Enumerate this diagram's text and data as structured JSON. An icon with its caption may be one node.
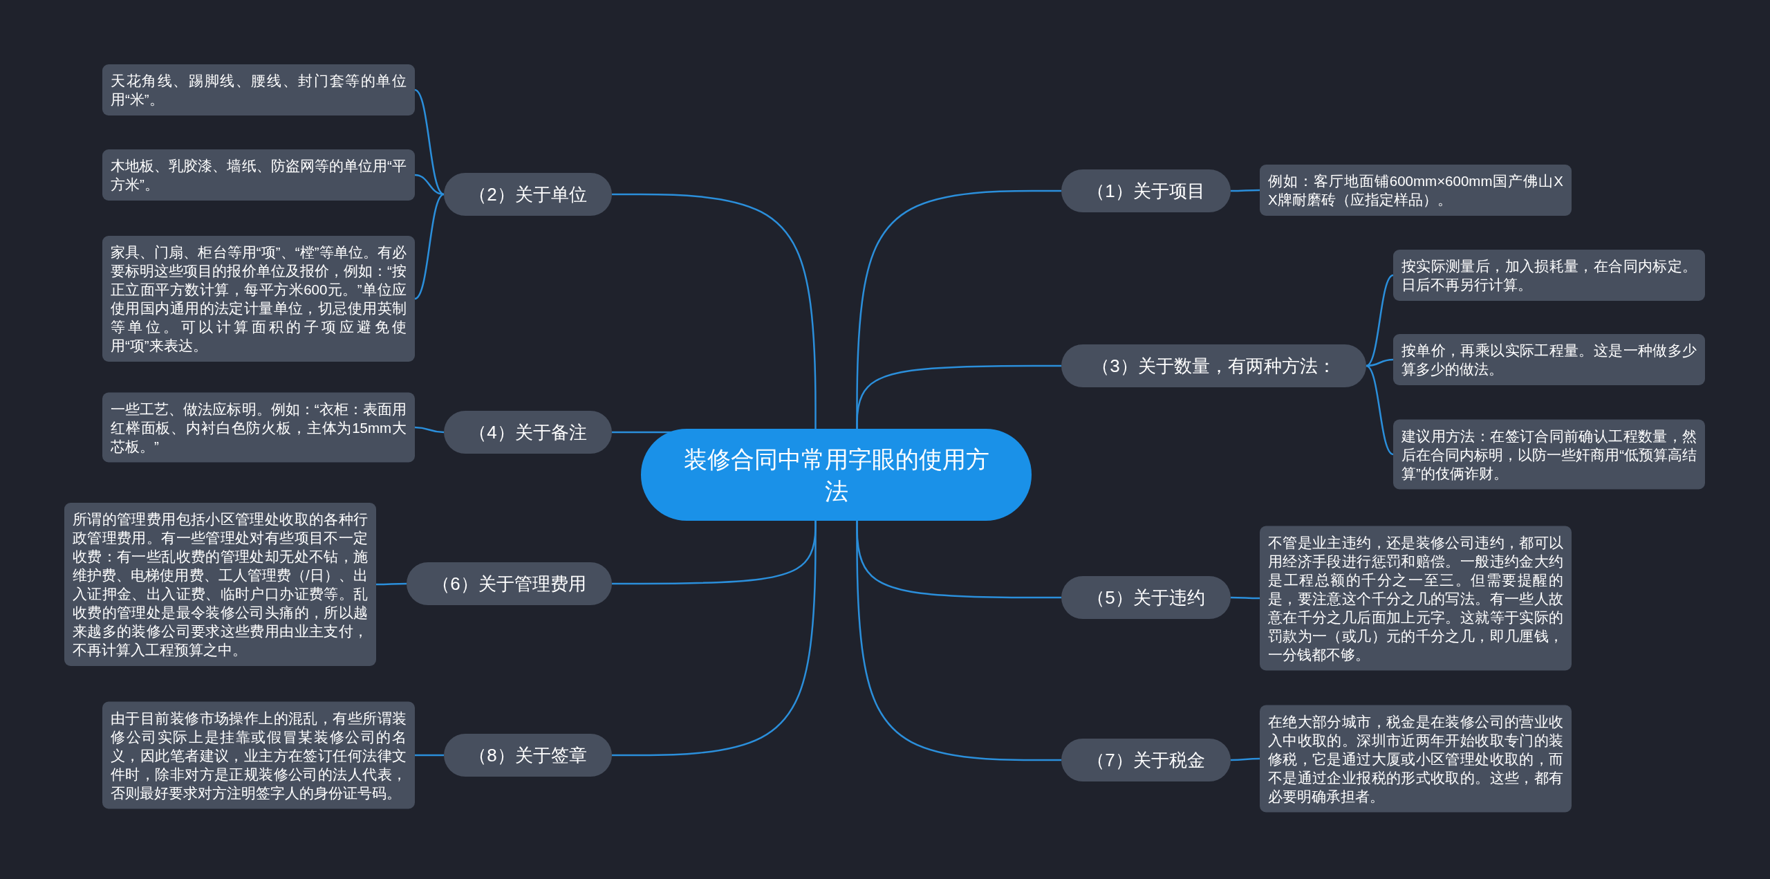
{
  "diagram": {
    "nodes": [
      {
        "text": [
          "装修合同中常用字眼的使用方法"
        ]
      },
      {
        "text": [
          "（1）关于项目"
        ]
      },
      {
        "text": [
          "例如：客厅地面铺600mm×600mm国产佛山XX牌耐磨砖（应指定样品）。"
        ]
      },
      {
        "text": [
          "（2）关于单位"
        ]
      },
      {
        "text": [
          "天花角线、踢脚线、腰线、封门套等的单位用“米”。"
        ]
      },
      {
        "text": [
          "木地板、乳胶漆、墙纸、防盗网等的单位用“平方米”。"
        ]
      },
      {
        "text": [
          "家具、门扇、柜台等用“项”、“樘”等单位。有必要标明这些项目的报价单位及报价，例如：“按正立面平方数计算，每平方米600元。”单位应使用国内通用的法定计量单位，切忌使用英制等单位。可以计算面积的子项应避免使用“项”来表达。"
        ]
      },
      {
        "text": [
          "（3）关于数量，有两种方法："
        ]
      },
      {
        "text": [
          "按实际测量后，加入损耗量，在合同内标定。日后不再另行计算。"
        ]
      },
      {
        "text": [
          "按单价，再乘以实际工程量。这是一种做多少算多少的做法。"
        ]
      },
      {
        "text": [
          "建议用方法：在签订合同前确认工程数量，然后在合同内标明，以防一些奸商用“低预算高结算”的伎俩诈财。"
        ]
      },
      {
        "text": [
          "（4）关于备注"
        ]
      },
      {
        "text": [
          "一些工艺、做法应标明。例如：“衣柜：表面用红榉面板、内衬白色防火板，主体为15mm大芯板。”"
        ]
      },
      {
        "text": [
          "（5）关于违约"
        ]
      },
      {
        "text": [
          "不管是业主违约，还是装修公司违约，都可以用经济手段进行惩罚和赔偿。一般违约金大约是工程总额的千分之一至三。但需要提醒的是，要注意这个千分之几的写法。有一些人故意在千分之几后面加上元字。这就等于实际的罚款为一（或几）元的千分之几，即几厘钱，一分钱都不够。"
        ]
      },
      {
        "text": [
          "（6）关于管理费用"
        ]
      },
      {
        "text": [
          "所谓的管理费用包括小区管理处收取的各种行政管理费用。有一些管理处对有些项目不一定收费：有一些乱收费的管理处却无处不钻，施维护费、电梯使用费、工人管理费（/日）、出入证押金、出入证费、临时户口办证费等。乱收费的管理处是最令装修公司头痛的，所以越来越多的装修公司要求这些费用由业主支付，不再计算入工程预算之中。"
        ]
      },
      {
        "text": [
          "（7）关于税金"
        ]
      },
      {
        "text": [
          "在绝大部分城市，税金是在装修公司的营业收入中收取的。深圳市近两年开始收取专门的装修税，它是通过大厦或小区管理处收取的，而不是通过企业报税的形式收取的。这些，都有必要明确承担者。"
        ]
      },
      {
        "text": [
          "（8）关于签章"
        ]
      },
      {
        "text": [
          "由于目前装修市场操作上的混乱，有些所谓装修公司实际上是挂靠或假冒某装修公司的名义，因此笔者建议，业主方在签订任何法律文件时，除非对方是正规装修公司的法人代表，否则最好要求对方注明签字人的身份证号码。"
        ]
      }
    ],
    "edges": [
      {
        "from": 0,
        "to": 1,
        "arrow": "none"
      },
      {
        "from": 1,
        "to": 2,
        "arrow": "none"
      },
      {
        "from": 0,
        "to": 3,
        "arrow": "none"
      },
      {
        "from": 3,
        "to": 4,
        "arrow": "none"
      },
      {
        "from": 3,
        "to": 5,
        "arrow": "none"
      },
      {
        "from": 3,
        "to": 6,
        "arrow": "none"
      },
      {
        "from": 0,
        "to": 7,
        "arrow": "none"
      },
      {
        "from": 7,
        "to": 8,
        "arrow": "none"
      },
      {
        "from": 7,
        "to": 9,
        "arrow": "none"
      },
      {
        "from": 7,
        "to": 10,
        "arrow": "none"
      },
      {
        "from": 0,
        "to": 11,
        "arrow": "none"
      },
      {
        "from": 11,
        "to": 12,
        "arrow": "none"
      },
      {
        "from": 0,
        "to": 13,
        "arrow": "none"
      },
      {
        "from": 13,
        "to": 14,
        "arrow": "none"
      },
      {
        "from": 0,
        "to": 15,
        "arrow": "none"
      },
      {
        "from": 15,
        "to": 16,
        "arrow": "none"
      },
      {
        "from": 0,
        "to": 17,
        "arrow": "none"
      },
      {
        "from": 17,
        "to": 18,
        "arrow": "none"
      },
      {
        "from": 0,
        "to": 19,
        "arrow": "none"
      },
      {
        "from": 19,
        "to": 20,
        "arrow": "none"
      }
    ]
  }
}
